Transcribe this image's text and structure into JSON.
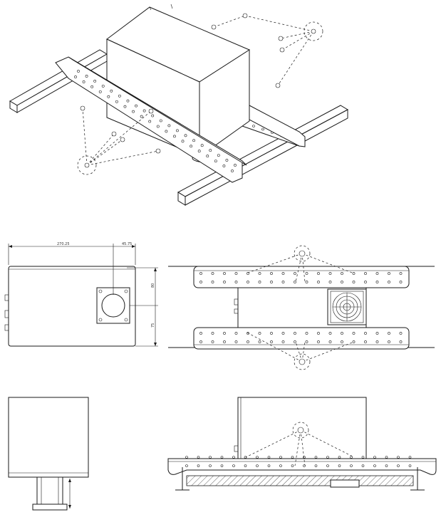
{
  "dimensions": {
    "overall_width": "270.25",
    "inlet_offset": "45.75",
    "height_a": "80",
    "height_b": "75"
  }
}
